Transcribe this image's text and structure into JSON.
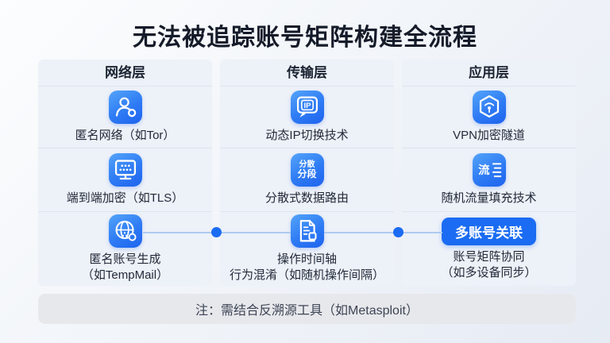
{
  "title": "无法被追踪账号矩阵构建全流程",
  "columns": [
    {
      "header": "网络层",
      "items": [
        {
          "icon": "anonymous-user-icon",
          "label": "匿名网络（如Tor）"
        },
        {
          "icon": "monitor-dots-icon",
          "label": "端到端加密（如TLS）"
        },
        {
          "icon": "globe-account-icon",
          "label_line1": "匿名账号生成",
          "label_line2": "（如TempMail）"
        }
      ]
    },
    {
      "header": "传输层",
      "items": [
        {
          "icon": "ip-bubble-icon",
          "icon_text": "IP",
          "label": "动态IP切换技术"
        },
        {
          "icon": "segment-text-icon",
          "icon_text_line1": "分散",
          "icon_text_line2": "分段",
          "label": "分散式数据路由"
        },
        {
          "icon": "document-timeline-icon",
          "label_line1": "操作时间轴",
          "label_line2": "行为混淆（如随机操作间隔）"
        }
      ]
    },
    {
      "header": "应用层",
      "items": [
        {
          "icon": "hexagon-shield-icon",
          "label": "VPN加密隧道"
        },
        {
          "icon": "traffic-flow-icon",
          "icon_text": "流",
          "label": "随机流量填充技术"
        },
        {
          "icon": "multi-account-chip",
          "chip_label": "多账号关联",
          "label_line1": "账号矩阵协同",
          "label_line2": "（如多设备同步）"
        }
      ]
    }
  ],
  "note": "注：需结合反溯源工具（如Metasploit）",
  "colors": {
    "accent_blue": "#1b6cf2",
    "icon_gradient_start": "#54a4f9",
    "icon_gradient_end": "#1e63ee",
    "connector_line": "#aecbf0",
    "panel_bg": "#edf1f8",
    "note_bg": "#e7e8ec",
    "title_text": "#151b29"
  }
}
